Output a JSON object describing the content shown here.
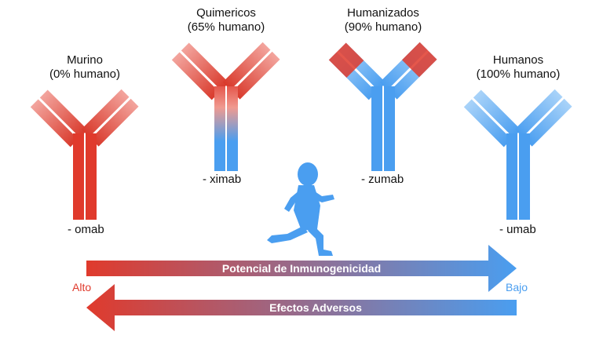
{
  "antibodies": [
    {
      "name": "Murino",
      "percent": "(0% humano)",
      "suffix": "- omab"
    },
    {
      "name": "Quimericos",
      "percent": "(65% humano)",
      "suffix": "- ximab"
    },
    {
      "name": "Humanizados",
      "percent": "(90% humano)",
      "suffix": "- zumab"
    },
    {
      "name": "Humanos",
      "percent": "(100% humano)",
      "suffix": "- umab"
    }
  ],
  "arrows": {
    "top_label": "Potencial de Inmunogenicidad",
    "bottom_label": "Efectos Adversos",
    "left_label": "Alto",
    "right_label": "Bajo"
  },
  "colors": {
    "red": "#e03a2c",
    "blue": "#4a9ef0",
    "light_red": "#f08a80",
    "light_blue": "#8ec6f7"
  },
  "icons": {
    "runner": "running-child-icon"
  }
}
